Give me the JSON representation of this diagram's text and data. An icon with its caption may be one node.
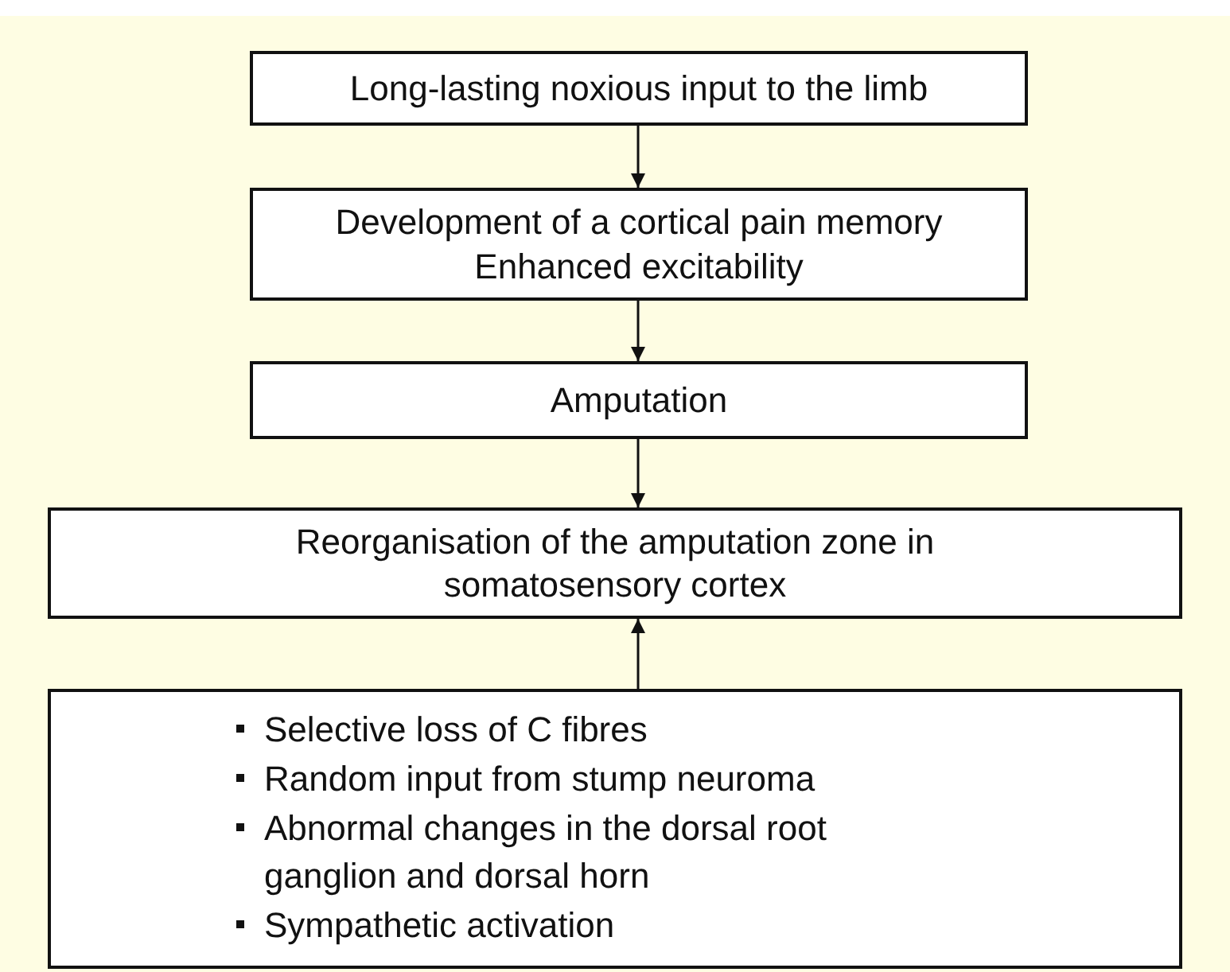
{
  "diagram": {
    "nodes": [
      {
        "text": [
          "Long-lasting noxious input to the limb"
        ]
      },
      {
        "text": [
          "Development of a cortical pain memory",
          "Enhanced excitability"
        ]
      },
      {
        "text": [
          "Amputation"
        ]
      },
      {
        "text": [
          "Reorganisation of the amputation zone in somatosensory cortex"
        ]
      },
      {
        "text": [
          "Selective loss of C fibres",
          "Random input from stump neuroma",
          "Abnormal changes in the dorsal root ganglion and dorsal horn",
          "Sympathetic activation"
        ]
      }
    ],
    "edges": [
      {
        "from": 0,
        "to": 1,
        "arrow": "to"
      },
      {
        "from": 1,
        "to": 2,
        "arrow": "to"
      },
      {
        "from": 2,
        "to": 3,
        "arrow": "to"
      },
      {
        "from": 4,
        "to": 3,
        "arrow": "to"
      }
    ]
  }
}
